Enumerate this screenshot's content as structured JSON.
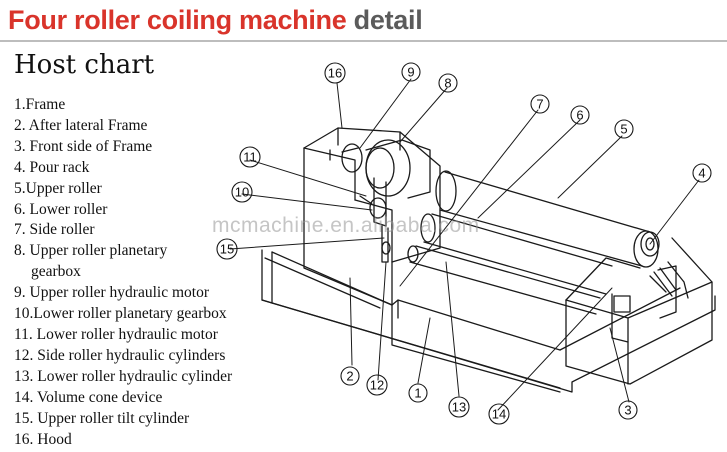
{
  "header": {
    "title_highlight": "Four roller coiling machine",
    "title_rest": "detail"
  },
  "host_chart_title": "Host chart",
  "legend": [
    "1.Frame",
    "2. After lateral Frame",
    "3. Front side of Frame",
    "4. Pour rack",
    "5.Upper roller",
    "6. Lower roller",
    "7. Side roller",
    "8. Upper roller planetary",
    "gearbox",
    "9. Upper roller hydraulic motor",
    "10.Lower roller planetary gearbox",
    "11. Lower roller hydraulic motor",
    "12. Side roller hydraulic cylinders",
    "13. Lower roller hydraulic cylinder",
    "14. Volume cone device",
    "15. Upper roller tilt cylinder",
    "16. Hood"
  ],
  "callouts": [
    "16",
    "9",
    "8",
    "7",
    "6",
    "5",
    "11",
    "10",
    "15",
    "4",
    "2",
    "12",
    "1",
    "13",
    "14",
    "3"
  ],
  "watermark": "mcmachine.en.alibaba.com",
  "colors": {
    "accent_red": "#d9342b",
    "gray_text": "#5b5b5b",
    "line": "#1a1a1a"
  }
}
